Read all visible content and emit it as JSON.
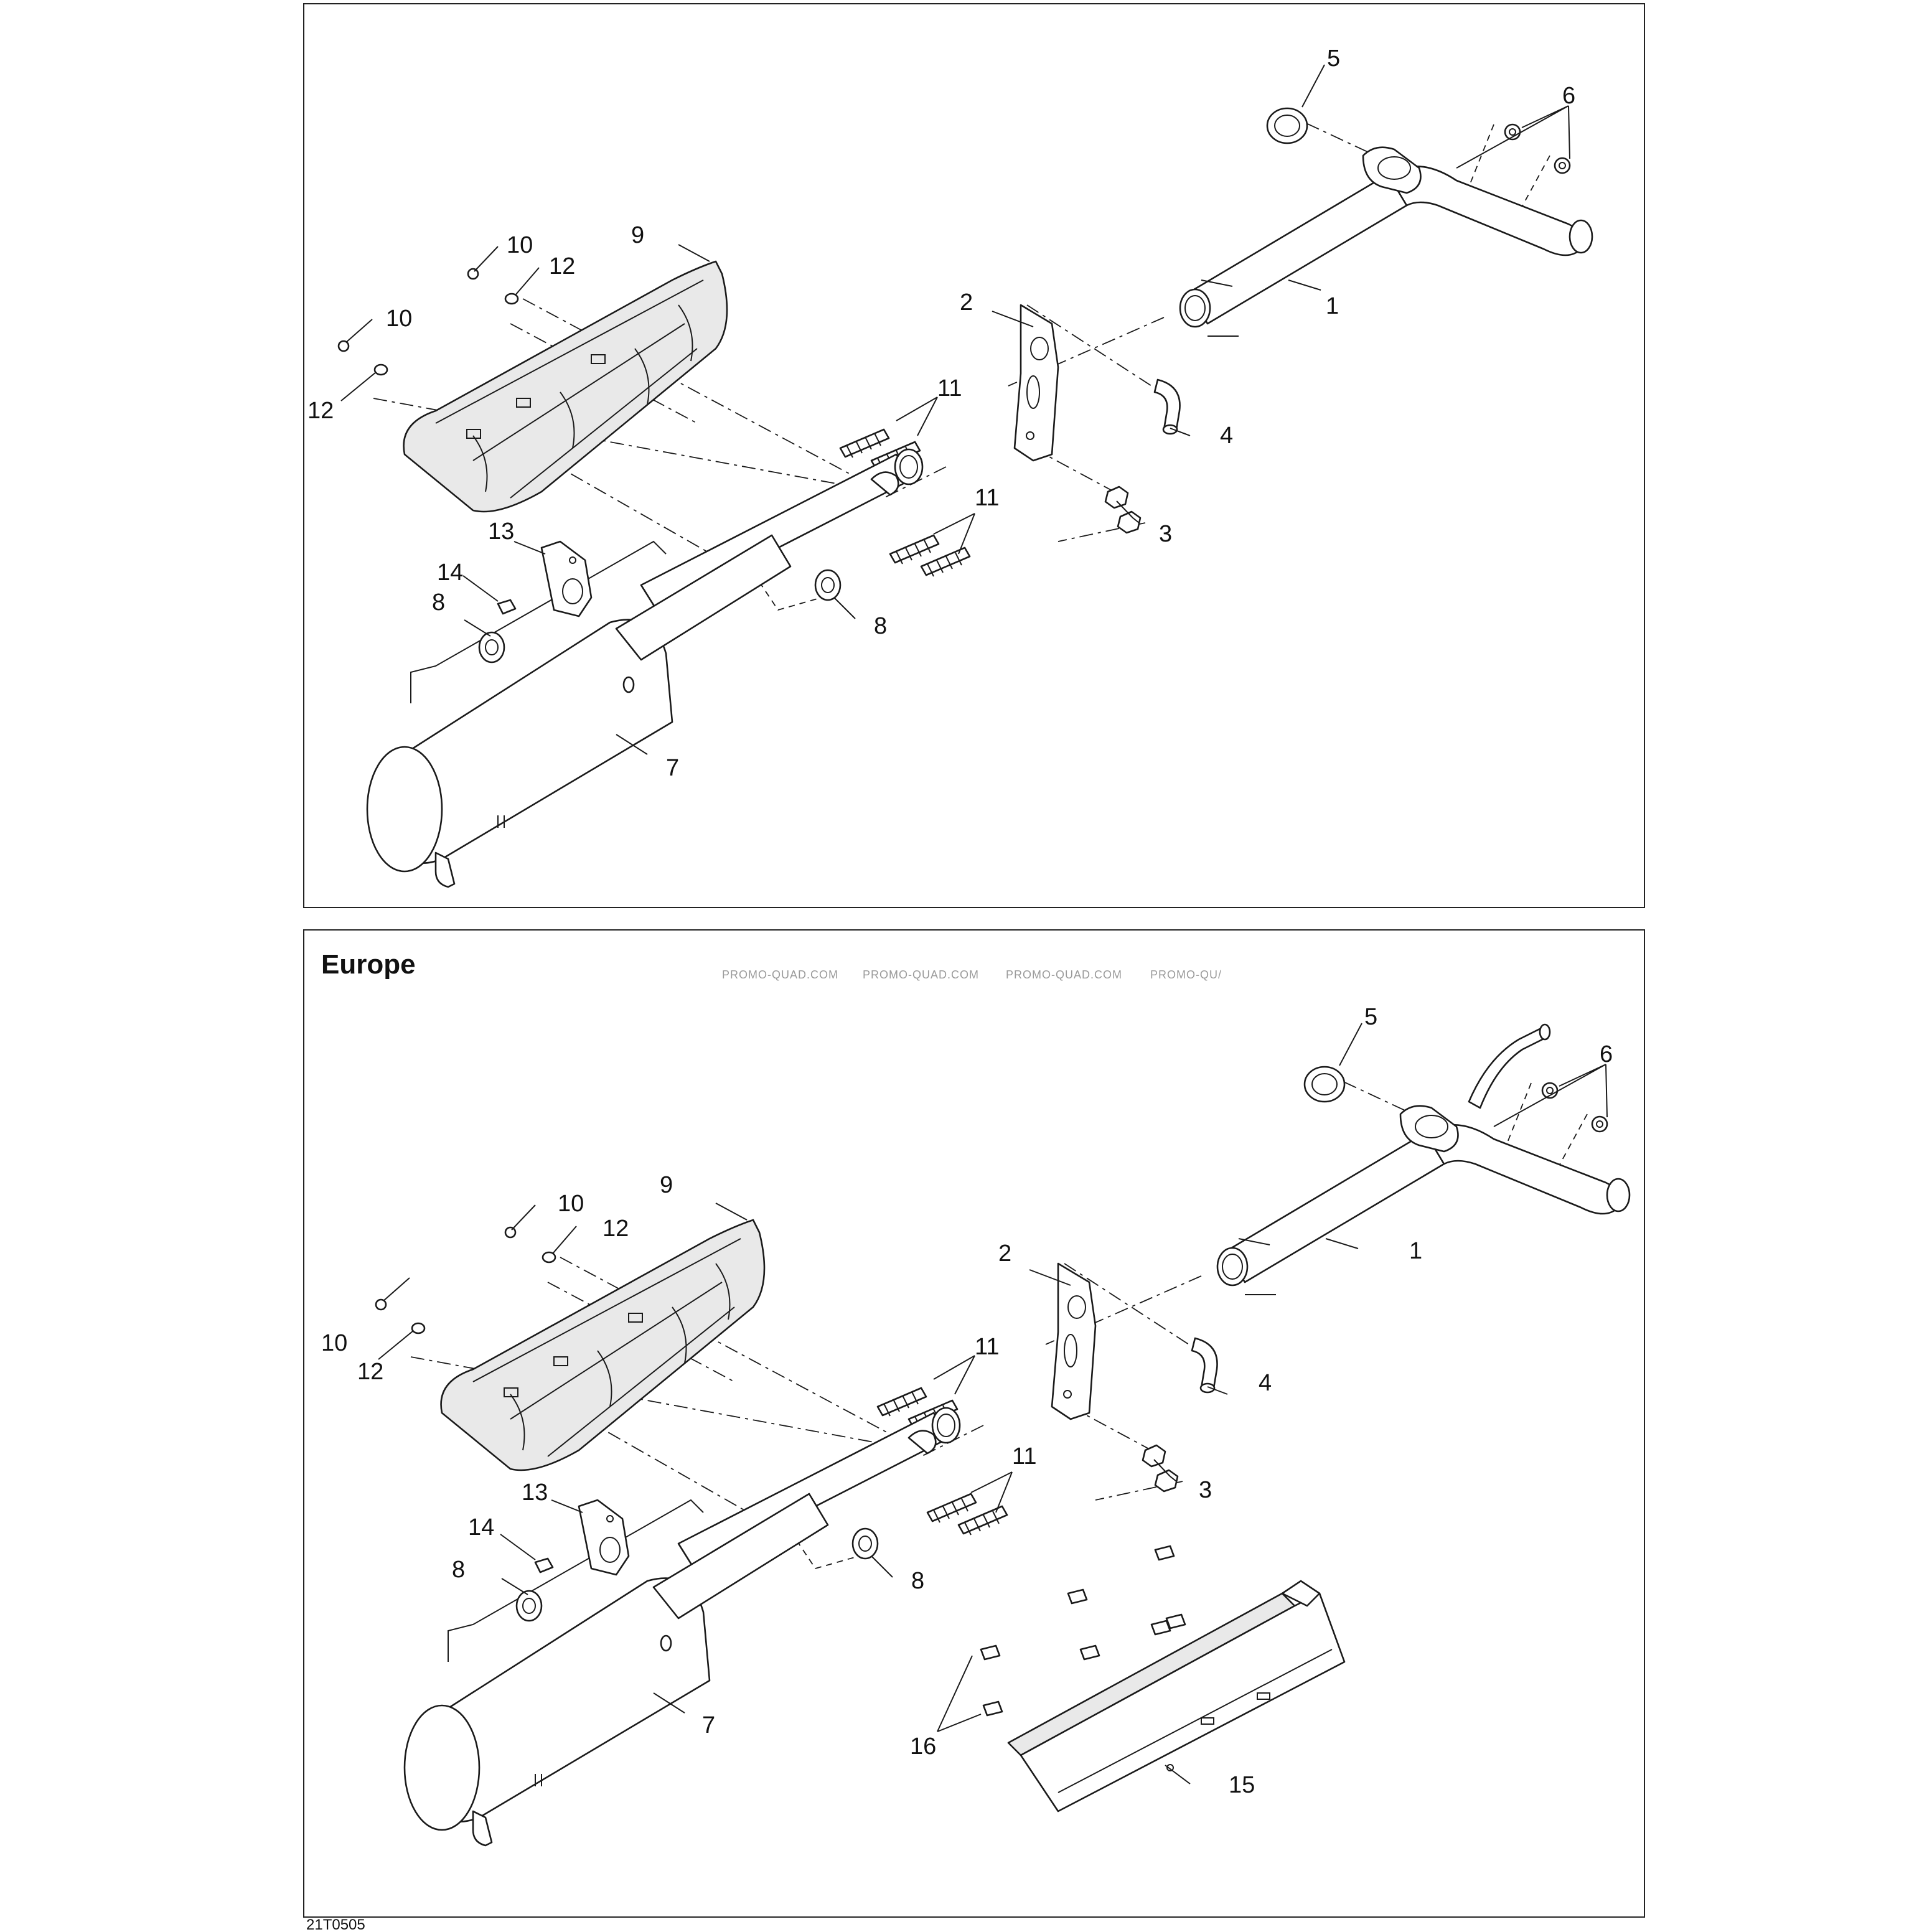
{
  "panel_bottom": {
    "title": "Europe"
  },
  "watermark": [
    "PROMO-QUAD.COM",
    "PROMO-QUAD.COM",
    "PROMO-QUAD.COM",
    "PROMO-QU/"
  ],
  "figure_ref": "21T0505",
  "callouts_top": [
    "1",
    "2",
    "3",
    "4",
    "5",
    "6",
    "7",
    "8",
    "8",
    "9",
    "10",
    "10",
    "11",
    "11",
    "12",
    "12",
    "13",
    "14"
  ],
  "callouts_bottom": [
    "1",
    "2",
    "3",
    "4",
    "5",
    "6",
    "7",
    "8",
    "8",
    "9",
    "10",
    "10",
    "11",
    "11",
    "12",
    "12",
    "13",
    "14",
    "15",
    "16"
  ]
}
